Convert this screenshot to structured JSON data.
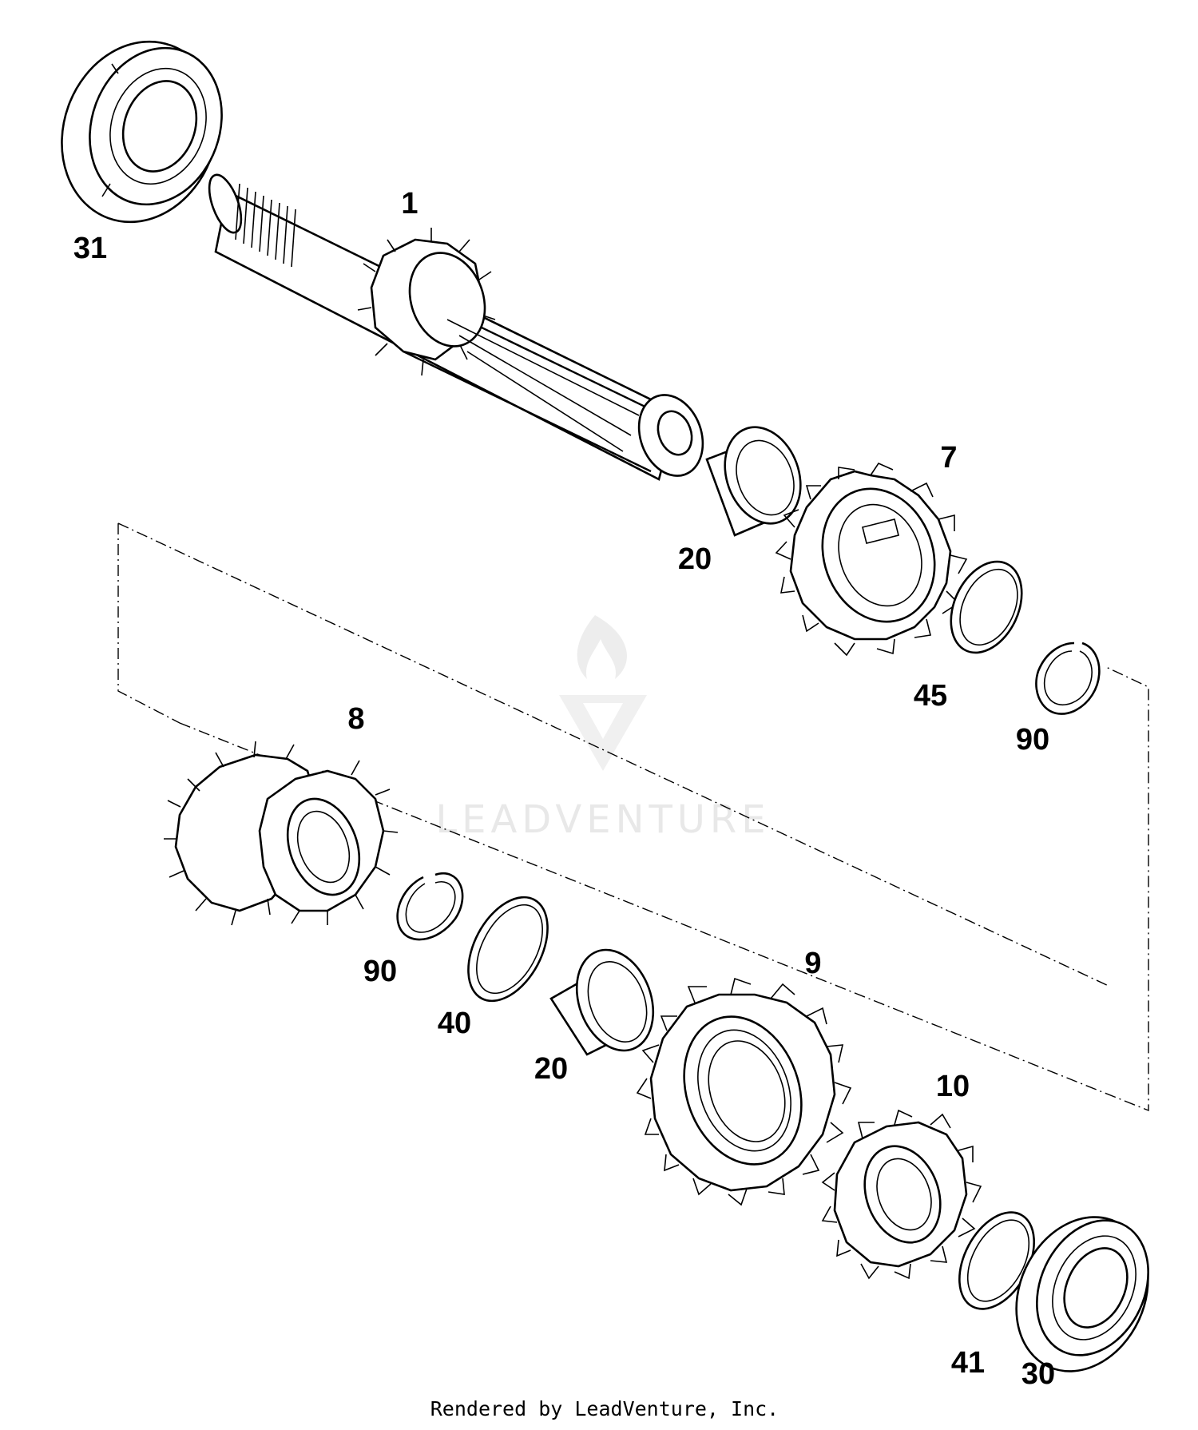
{
  "diagram": {
    "callouts": {
      "c1": "1",
      "c31": "31",
      "c7": "7",
      "c20a": "20",
      "c45": "45",
      "c90a": "90",
      "c8": "8",
      "c90b": "90",
      "c40": "40",
      "c20b": "20",
      "c9": "9",
      "c10": "10",
      "c41": "41",
      "c30": "30"
    },
    "watermark": "LEADVENTURE",
    "footer": "Rendered by LeadVenture, Inc."
  }
}
